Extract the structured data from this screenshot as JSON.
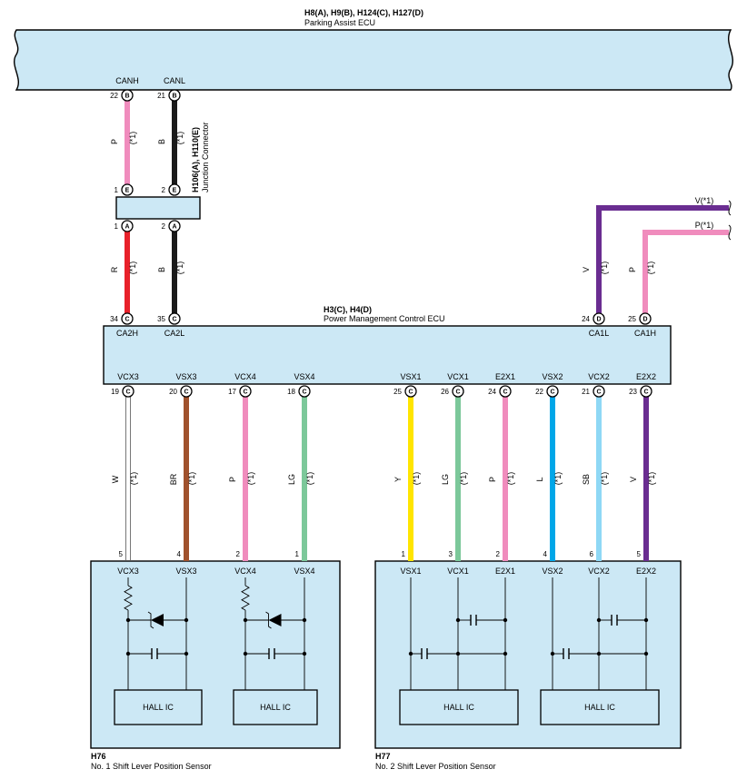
{
  "parking_ecu": {
    "connectors": "H8(A), H9(B), H124(C), H127(D)",
    "name": "Parking Assist ECU"
  },
  "junction": {
    "connectors": "H106(A), H110(E)",
    "name": "Junction Connector"
  },
  "pm_ecu": {
    "connectors": "H3(C), H4(D)",
    "name": "Power Management Control ECU"
  },
  "sensor1": {
    "id": "H76",
    "name": "No. 1 Shift Lever Position Sensor",
    "hall": "HALL IC"
  },
  "sensor2": {
    "id": "H77",
    "name": "No. 2 Shift Lever Position Sensor",
    "hall": "HALL IC"
  },
  "note": "(*1)",
  "top_wires": [
    {
      "term": "CANH",
      "pin": "22",
      "conn": "B",
      "color": "P",
      "hex": "#f08cbd",
      "j_pin": "1",
      "j_conn_top": "E",
      "j_conn_bot": "A",
      "low_color": "R",
      "low_hex": "#e8212a",
      "ecu_term": "CA2H",
      "ecu_pin": "34",
      "ecu_conn": "C"
    },
    {
      "term": "CANL",
      "pin": "21",
      "conn": "B",
      "color": "B",
      "hex": "#1a1a1a",
      "j_pin": "2",
      "j_conn_top": "E",
      "j_conn_bot": "A",
      "low_color": "B",
      "low_hex": "#1a1a1a",
      "ecu_term": "CA2L",
      "ecu_pin": "35",
      "ecu_conn": "C"
    }
  ],
  "right_wires": [
    {
      "term": "CA1L",
      "pin": "24",
      "conn": "D",
      "color": "V",
      "hex": "#6a2d91",
      "end_label": "V(*1)"
    },
    {
      "term": "CA1H",
      "pin": "25",
      "conn": "D",
      "color": "P",
      "hex": "#f08cbd",
      "end_label": "P(*1)"
    }
  ],
  "bottom_wires": [
    {
      "term": "VCX3",
      "pin": "19",
      "conn": "C",
      "color": "W",
      "hex": "#ffffff",
      "s_pin": "5",
      "s_term": "VCX3"
    },
    {
      "term": "VSX3",
      "pin": "20",
      "conn": "C",
      "color": "BR",
      "hex": "#a0522d",
      "s_pin": "4",
      "s_term": "VSX3"
    },
    {
      "term": "VCX4",
      "pin": "17",
      "conn": "C",
      "color": "P",
      "hex": "#f08cbd",
      "s_pin": "2",
      "s_term": "VCX4"
    },
    {
      "term": "VSX4",
      "pin": "18",
      "conn": "C",
      "color": "LG",
      "hex": "#7cc89a",
      "s_pin": "1",
      "s_term": "VSX4"
    },
    {
      "term": "VSX1",
      "pin": "25",
      "conn": "C",
      "color": "Y",
      "hex": "#ffe500",
      "s_pin": "1",
      "s_term": "VSX1"
    },
    {
      "term": "VCX1",
      "pin": "26",
      "conn": "C",
      "color": "LG",
      "hex": "#7cc89a",
      "s_pin": "3",
      "s_term": "VCX1"
    },
    {
      "term": "E2X1",
      "pin": "24",
      "conn": "C",
      "color": "P",
      "hex": "#f08cbd",
      "s_pin": "2",
      "s_term": "E2X1"
    },
    {
      "term": "VSX2",
      "pin": "22",
      "conn": "C",
      "color": "L",
      "hex": "#00a6e8",
      "s_pin": "4",
      "s_term": "VSX2"
    },
    {
      "term": "VCX2",
      "pin": "21",
      "conn": "C",
      "color": "SB",
      "hex": "#8fd8f5",
      "s_pin": "6",
      "s_term": "VCX2"
    },
    {
      "term": "E2X2",
      "pin": "23",
      "conn": "C",
      "color": "V",
      "hex": "#6a2d91",
      "s_pin": "5",
      "s_term": "E2X2"
    }
  ]
}
